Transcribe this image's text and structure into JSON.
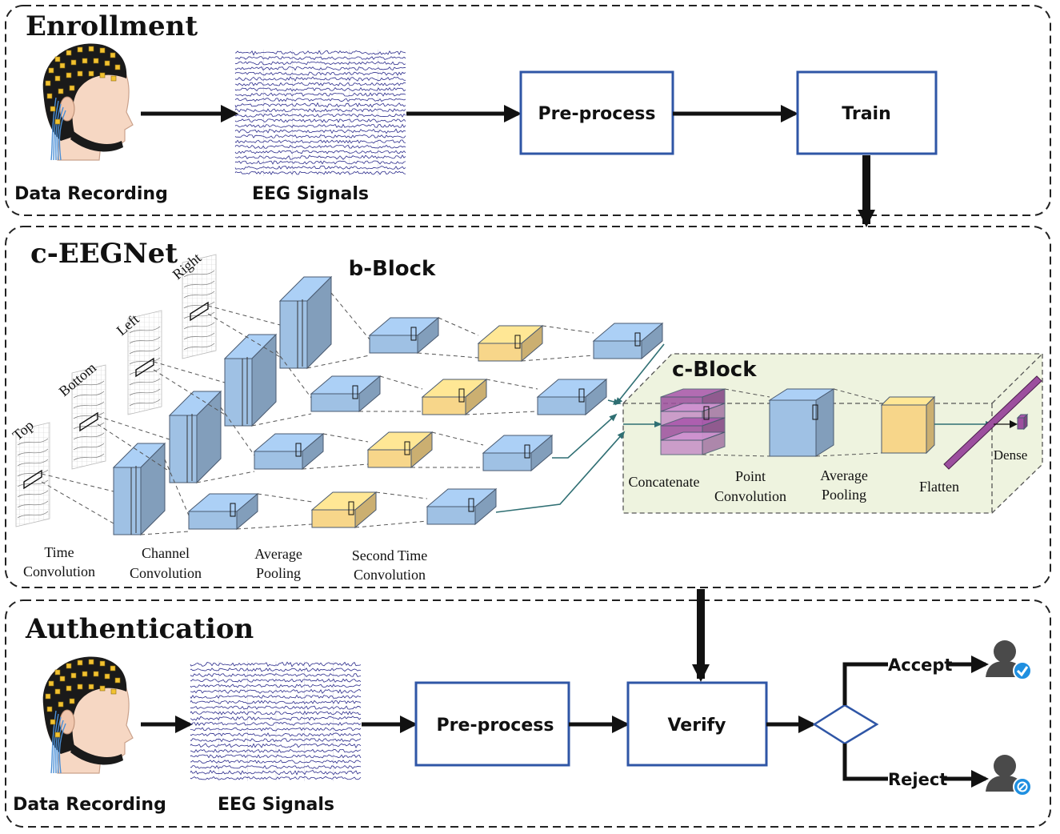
{
  "sections": {
    "enrollment": "Enrollment",
    "network": "c-EEGNet",
    "authentication": "Authentication"
  },
  "enrollment": {
    "recording_label": "Data Recording",
    "signals_label": "EEG Signals",
    "preprocess_label": "Pre-process",
    "train_label": "Train"
  },
  "network": {
    "b_block_label": "b-Block",
    "c_block_label": "c-Block",
    "views": [
      "Top",
      "Bottom",
      "Left",
      "Right"
    ],
    "stage_labels": [
      [
        "Time",
        "Convolution"
      ],
      [
        "Channel",
        "Convolution"
      ],
      [
        "Average",
        "Pooling"
      ],
      [
        "Second Time",
        "Convolution"
      ]
    ],
    "c_block_stages": {
      "concatenate": "Concatenate",
      "point_conv": [
        "Point",
        "Convolution"
      ],
      "avg_pool": [
        "Average",
        "Pooling"
      ],
      "flatten": "Flatten",
      "dense": "Dense"
    }
  },
  "authentication": {
    "recording_label": "Data Recording",
    "signals_label": "EEG Signals",
    "preprocess_label": "Pre-process",
    "verify_label": "Verify",
    "accept_label": "Accept",
    "reject_label": "Reject"
  },
  "colors": {
    "box_border": "#2f56a6",
    "conv_blue": "#9fc1e4",
    "pool_yellow": "#f7d68a",
    "concat_purple": "#9c4f9e",
    "cblock_fill": "#eef3df",
    "flow_teal": "#2f6f73",
    "eeg_line": "#2c2c8c"
  }
}
